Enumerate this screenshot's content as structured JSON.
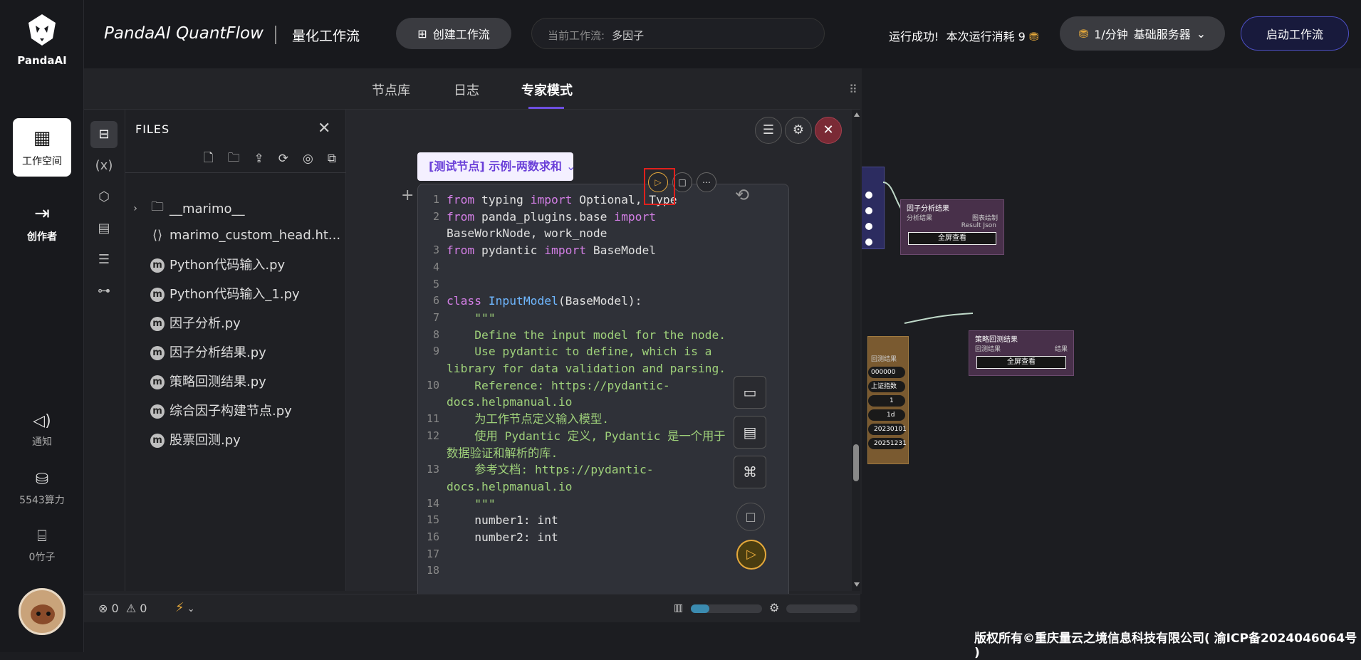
{
  "rail": {
    "brand": "PandaAI",
    "items": [
      {
        "label": "工作空间"
      },
      {
        "label": "创作者"
      }
    ],
    "notify": "通知",
    "compute": "5543算力",
    "bamboo": "0竹子"
  },
  "header": {
    "brand": "PandaAI QuantFlow",
    "subtitle": "量化工作流",
    "create_btn": "创建工作流",
    "current_label": "当前工作流:",
    "current_value": "多因子",
    "run_status": "运行成功!",
    "run_cost": "本次运行消耗 9",
    "rate": "1/分钟",
    "server": "基础服务器",
    "start_btn": "启动工作流"
  },
  "canvas": {
    "history": "历史",
    "node1": {
      "title": "因子分析结果",
      "in": "分析结果",
      "out1": "图表绘制",
      "out2": "Result Json",
      "btn": "全屏查看"
    },
    "node2": {
      "title": "策略回测结果",
      "in": "回测结果",
      "out": "结果",
      "btn": "全屏查看"
    },
    "partial": {
      "port": "回测结果",
      "v1": "000000",
      "v2": "上证指数",
      "v3": "1",
      "v4": "1d",
      "v5": "20230101",
      "v6": "20251231"
    },
    "copyright": "版权所有©重庆量云之境信息科技有限公司( 渝ICP备2024046064号 )"
  },
  "panel": {
    "tabs": [
      "节点库",
      "日志",
      "专家模式"
    ],
    "files_title": "FILES",
    "files": [
      {
        "name": "__marimo__",
        "type": "folder"
      },
      {
        "name": "marimo_custom_head.ht...",
        "type": "code"
      },
      {
        "name": "Python代码输入.py",
        "type": "py"
      },
      {
        "name": "Python代码输入_1.py",
        "type": "py"
      },
      {
        "name": "因子分析.py",
        "type": "py"
      },
      {
        "name": "因子分析结果.py",
        "type": "py"
      },
      {
        "name": "策略回测结果.py",
        "type": "py"
      },
      {
        "name": "综合因子构建节点.py",
        "type": "py"
      },
      {
        "name": "股票回测.py",
        "type": "py"
      }
    ],
    "cell_name": "[测试节点] 示例-两数求和",
    "errors": "0",
    "warnings": "0"
  },
  "code_lines": [
    {
      "n": "1",
      "html": "<span class='kw'>from</span> typing <span class='kw'>import</span> Optional, Type"
    },
    {
      "n": "2",
      "html": "<span class='kw'>from</span> panda_plugins.base <span class='kw'>import</span>\nBaseWorkNode, work_node"
    },
    {
      "n": "3",
      "html": "<span class='kw'>from</span> pydantic <span class='kw'>import</span> BaseModel"
    },
    {
      "n": "4",
      "html": ""
    },
    {
      "n": "5",
      "html": ""
    },
    {
      "n": "6",
      "html": "<span class='kw'>class</span> <span class='cls'>InputModel</span>(BaseModel):"
    },
    {
      "n": "7",
      "html": "    <span class='str'>\"\"\"</span>"
    },
    {
      "n": "8",
      "html": "<span class='str'>    Define the input model for the node.</span>"
    },
    {
      "n": "9",
      "html": "<span class='str'>    Use pydantic to define, which is a\nlibrary for data validation and parsing.</span>"
    },
    {
      "n": "10",
      "html": "<span class='str'>    Reference: https://pydantic-\ndocs.helpmanual.io</span>"
    },
    {
      "n": "11",
      "html": "<span class='str'>    为工作节点定义输入模型.</span>"
    },
    {
      "n": "12",
      "html": "<span class='str'>    使用 Pydantic 定义, Pydantic 是一个用于\n数据验证和解析的库.</span>"
    },
    {
      "n": "13",
      "html": "<span class='str'>    参考文档: https://pydantic-\ndocs.helpmanual.io</span>"
    },
    {
      "n": "14",
      "html": "    <span class='str'>\"\"\"</span>"
    },
    {
      "n": "15",
      "html": "    number1: int"
    },
    {
      "n": "16",
      "html": "    number2: int"
    },
    {
      "n": "17",
      "html": ""
    },
    {
      "n": "18",
      "html": ""
    }
  ]
}
